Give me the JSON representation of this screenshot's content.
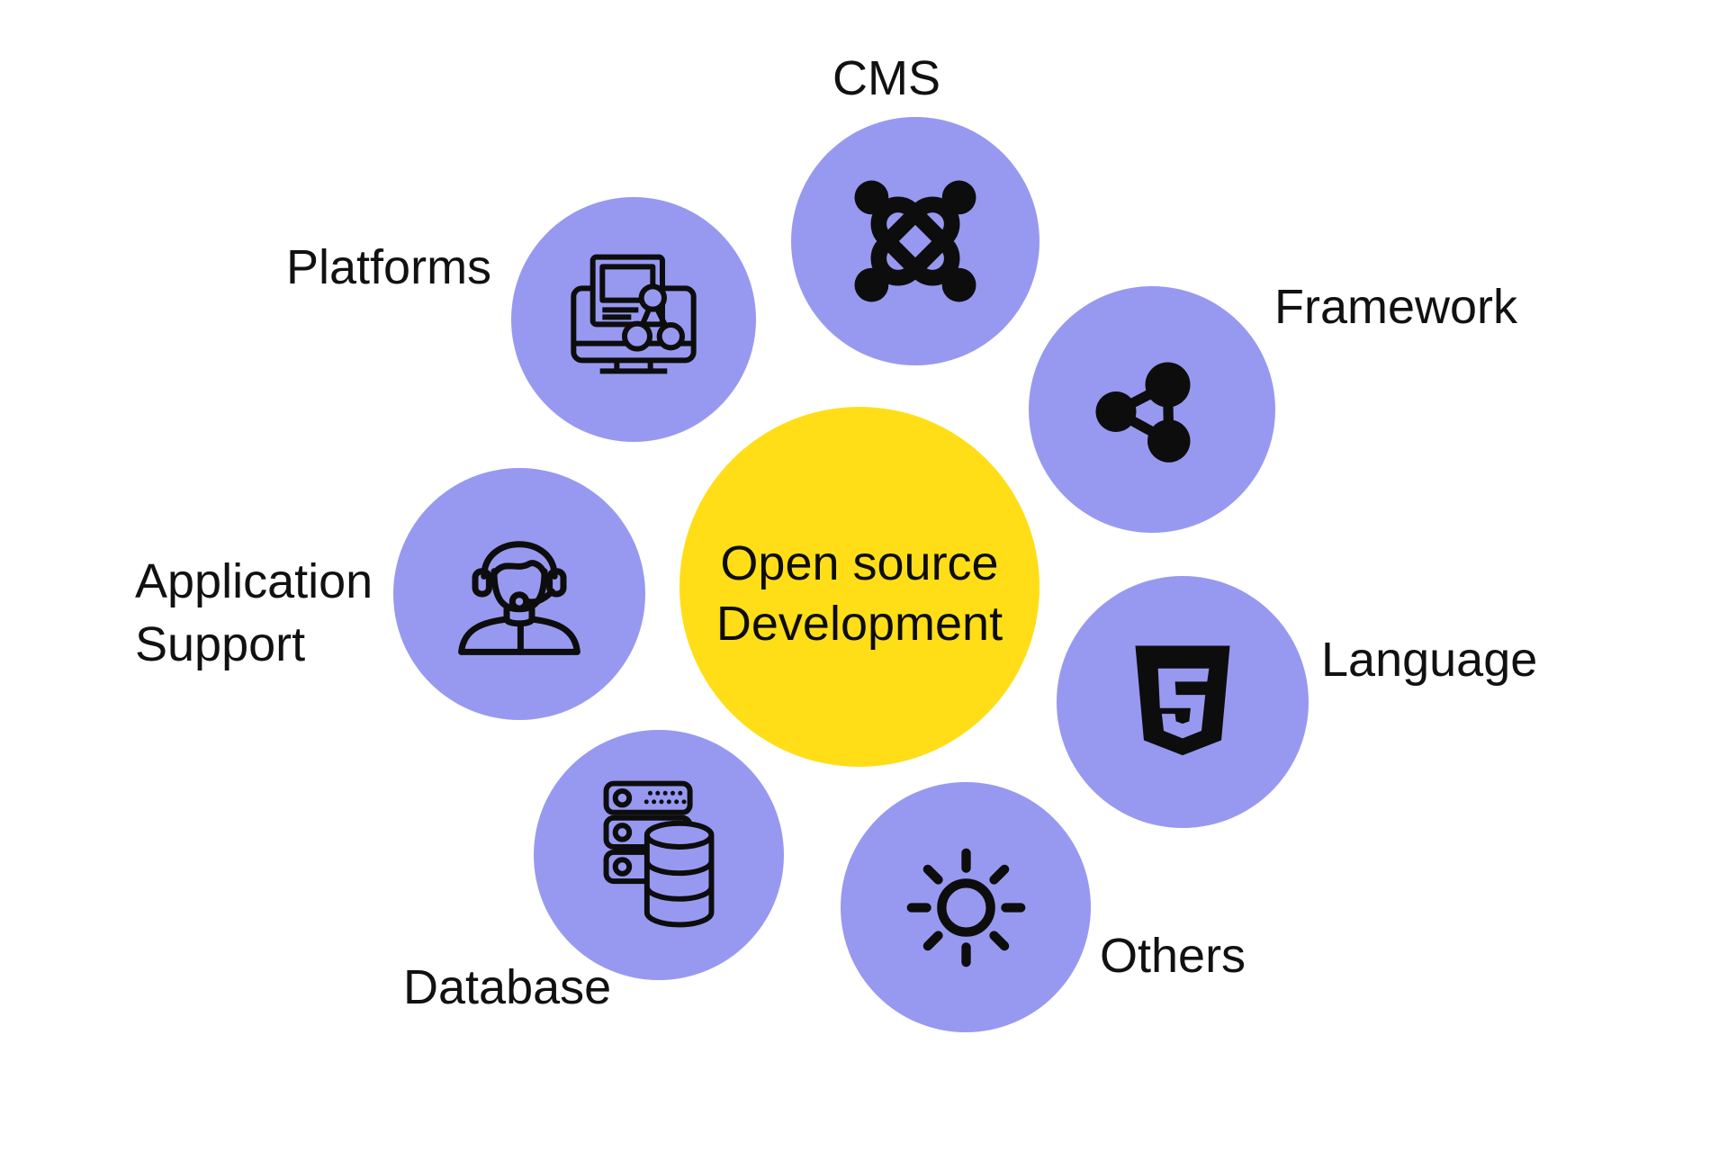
{
  "diagram_title": "Open source Development",
  "center": {
    "label_line1": "Open source",
    "label_line2": "Development"
  },
  "nodes": [
    {
      "id": "cms",
      "label": "CMS",
      "icon": "joomla-logo-icon"
    },
    {
      "id": "framework",
      "label": "Framework",
      "icon": "share-nodes-icon"
    },
    {
      "id": "language",
      "label": "Language",
      "icon": "html5-shield-icon"
    },
    {
      "id": "others",
      "label": "Others",
      "icon": "sun-icon"
    },
    {
      "id": "database",
      "label": "Database",
      "icon": "database-server-icon"
    },
    {
      "id": "application_support",
      "label": "Application Support",
      "label_line1": "Application",
      "label_line2": "Support",
      "icon": "support-agent-icon"
    },
    {
      "id": "platforms",
      "label": "Platforms",
      "icon": "computer-platform-icon"
    }
  ],
  "colors": {
    "node_circle": "#9799F0",
    "center_circle": "#FFDE17",
    "icon": "#0D0D0D",
    "text": "#111111",
    "background": "#FFFFFF"
  }
}
